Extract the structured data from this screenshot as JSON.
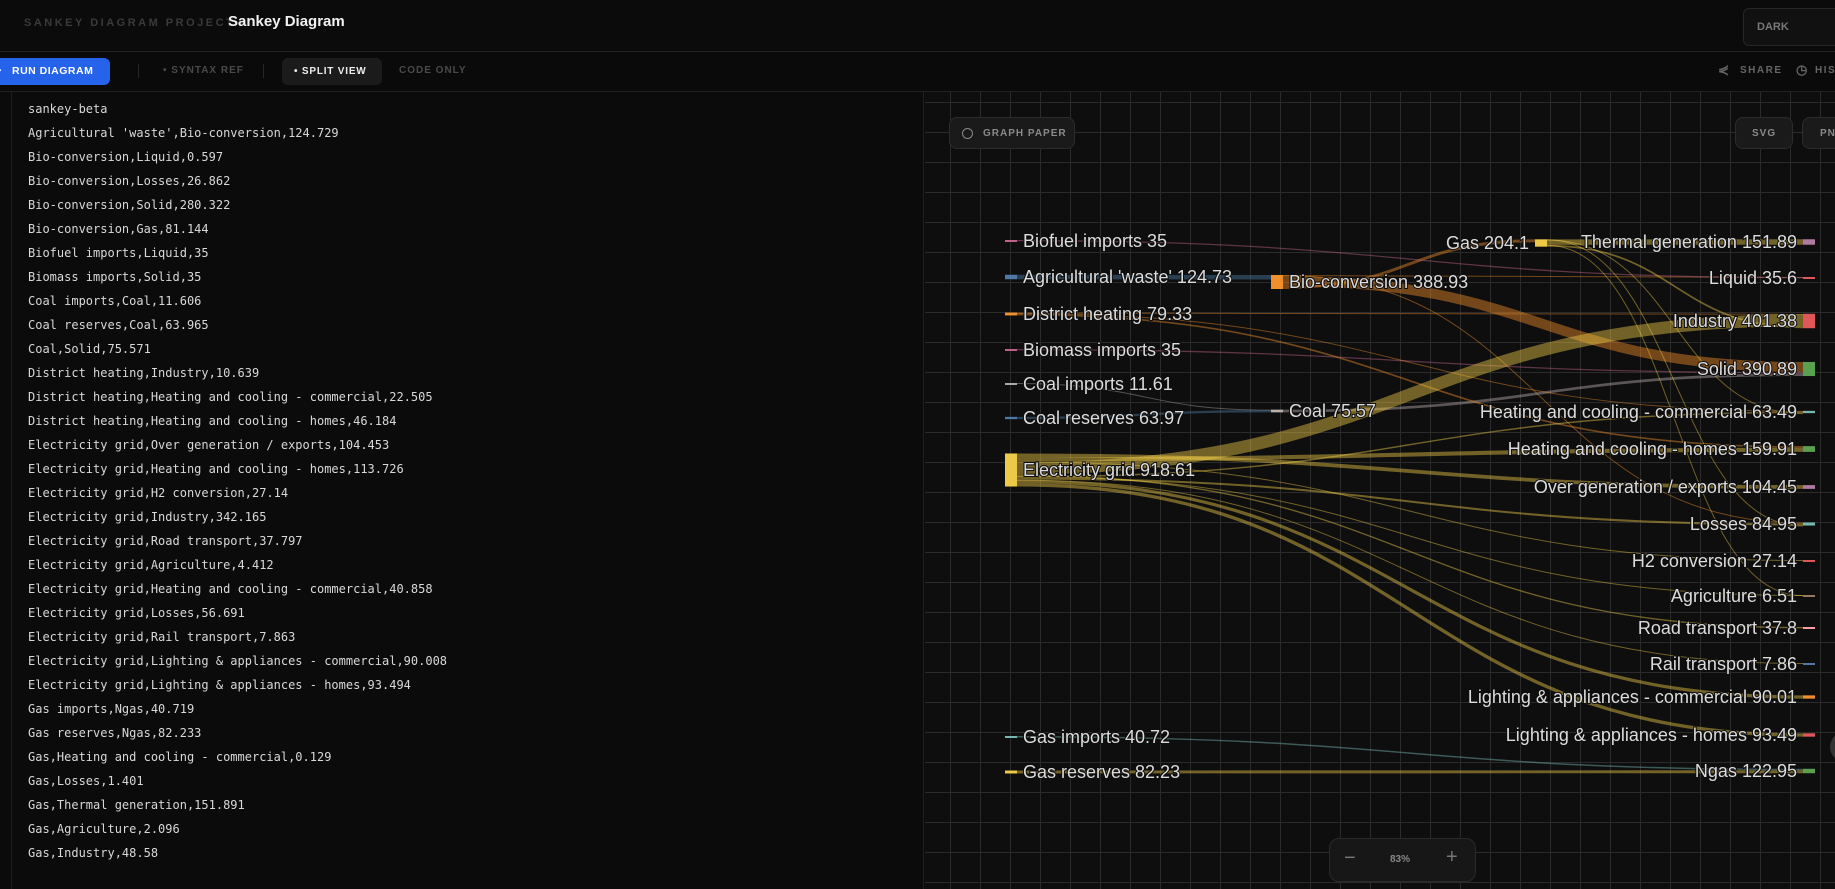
{
  "header": {
    "breadcrumb": "SANKEY DIAGRAM PROJECT /",
    "title": "Sankey Diagram",
    "theme": "DARK"
  },
  "toolbar": {
    "run": "RUN DIAGRAM",
    "syntax": "• SYNTAX REF",
    "split": "• SPLIT VIEW",
    "code_only": "CODE ONLY",
    "share": "SHARE",
    "history": "HIS"
  },
  "editor": {
    "lines": [
      "sankey-beta",
      "Agricultural 'waste',Bio-conversion,124.729",
      "Bio-conversion,Liquid,0.597",
      "Bio-conversion,Losses,26.862",
      "Bio-conversion,Solid,280.322",
      "Bio-conversion,Gas,81.144",
      "Biofuel imports,Liquid,35",
      "Biomass imports,Solid,35",
      "Coal imports,Coal,11.606",
      "Coal reserves,Coal,63.965",
      "Coal,Solid,75.571",
      "District heating,Industry,10.639",
      "District heating,Heating and cooling - commercial,22.505",
      "District heating,Heating and cooling - homes,46.184",
      "Electricity grid,Over generation / exports,104.453",
      "Electricity grid,Heating and cooling - homes,113.726",
      "Electricity grid,H2 conversion,27.14",
      "Electricity grid,Industry,342.165",
      "Electricity grid,Road transport,37.797",
      "Electricity grid,Agriculture,4.412",
      "Electricity grid,Heating and cooling - commercial,40.858",
      "Electricity grid,Losses,56.691",
      "Electricity grid,Rail transport,7.863",
      "Electricity grid,Lighting & appliances - commercial,90.008",
      "Electricity grid,Lighting & appliances - homes,93.494",
      "Gas imports,Ngas,40.719",
      "Gas reserves,Ngas,82.233",
      "Gas,Heating and cooling - commercial,0.129",
      "Gas,Losses,1.401",
      "Gas,Thermal generation,151.891",
      "Gas,Agriculture,2.096",
      "Gas,Industry,48.58"
    ]
  },
  "preview": {
    "graph_paper": "GRAPH PAPER",
    "svg": "SVG",
    "png": "PN",
    "zoom_out": "−",
    "zoom_level": "83%",
    "zoom_in": "+"
  },
  "chart_data": {
    "type": "sankey",
    "nodes": [
      {
        "name": "Biofuel imports",
        "value": 35,
        "label": "Biofuel imports 35",
        "color": "#c0638c",
        "column": 0
      },
      {
        "name": "Agricultural 'waste'",
        "value": 124.73,
        "label": "Agricultural 'waste' 124.73",
        "color": "#4e79a7",
        "column": 0
      },
      {
        "name": "District heating",
        "value": 79.33,
        "label": "District heating 79.33",
        "color": "#f28e2b",
        "column": 0
      },
      {
        "name": "Biomass imports",
        "value": 35,
        "label": "Biomass imports 35",
        "color": "#c0638c",
        "column": 0
      },
      {
        "name": "Coal imports",
        "value": 11.61,
        "label": "Coal imports 11.61",
        "color": "#aaaaaa",
        "column": 0
      },
      {
        "name": "Coal reserves",
        "value": 63.97,
        "label": "Coal reserves 63.97",
        "color": "#4e79a7",
        "column": 0
      },
      {
        "name": "Electricity grid",
        "value": 918.61,
        "label": "Electricity grid 918.61",
        "color": "#edc948",
        "column": 0
      },
      {
        "name": "Gas imports",
        "value": 40.72,
        "label": "Gas imports 40.72",
        "color": "#76b7b2",
        "column": 0
      },
      {
        "name": "Gas reserves",
        "value": 82.23,
        "label": "Gas reserves 82.23",
        "color": "#edc948",
        "column": 0
      },
      {
        "name": "Bio-conversion",
        "value": 388.93,
        "label": "Bio-conversion 388.93",
        "color": "#f28e2b",
        "column": 1
      },
      {
        "name": "Coal",
        "value": 75.57,
        "label": "Coal 75.57",
        "color": "#bab0ac",
        "column": 1
      },
      {
        "name": "Gas",
        "value": 204.1,
        "label": "Gas 204.1",
        "color": "#edc948",
        "column": 2
      },
      {
        "name": "Thermal generation",
        "value": 151.89,
        "label": "Thermal generation 151.89",
        "color": "#b07aa1",
        "column": 3
      },
      {
        "name": "Liquid",
        "value": 35.6,
        "label": "Liquid 35.6",
        "color": "#e15759",
        "column": 3
      },
      {
        "name": "Industry",
        "value": 401.38,
        "label": "Industry 401.38",
        "color": "#e15759",
        "column": 3
      },
      {
        "name": "Solid",
        "value": 390.89,
        "label": "Solid 390.89",
        "color": "#59a14f",
        "column": 3
      },
      {
        "name": "Heating and cooling - commercial",
        "value": 63.49,
        "label": "Heating and cooling - commercial 63.49",
        "color": "#76b7b2",
        "column": 3
      },
      {
        "name": "Heating and cooling - homes",
        "value": 159.91,
        "label": "Heating and cooling - homes 159.91",
        "color": "#59a14f",
        "column": 3
      },
      {
        "name": "Over generation / exports",
        "value": 104.45,
        "label": "Over generation / exports 104.45",
        "color": "#b07aa1",
        "column": 3
      },
      {
        "name": "Losses",
        "value": 84.95,
        "label": "Losses 84.95",
        "color": "#76b7b2",
        "column": 3
      },
      {
        "name": "H2 conversion",
        "value": 27.14,
        "label": "H2 conversion 27.14",
        "color": "#e15759",
        "column": 3
      },
      {
        "name": "Agriculture",
        "value": 6.51,
        "label": "Agriculture 6.51",
        "color": "#9c755f",
        "column": 3
      },
      {
        "name": "Road transport",
        "value": 37.8,
        "label": "Road transport 37.8",
        "color": "#ff9da7",
        "column": 3
      },
      {
        "name": "Rail transport",
        "value": 7.86,
        "label": "Rail transport 7.86",
        "color": "#4e79a7",
        "column": 3
      },
      {
        "name": "Lighting & appliances - commercial",
        "value": 90.01,
        "label": "Lighting & appliances - commercial 90.01",
        "color": "#f28e2b",
        "column": 3
      },
      {
        "name": "Lighting & appliances - homes",
        "value": 93.49,
        "label": "Lighting & appliances - homes 93.49",
        "color": "#e15759",
        "column": 3
      },
      {
        "name": "Ngas",
        "value": 122.95,
        "label": "Ngas 122.95",
        "color": "#59a14f",
        "column": 3
      }
    ],
    "links": [
      [
        "Agricultural 'waste'",
        "Bio-conversion",
        124.729
      ],
      [
        "Bio-conversion",
        "Liquid",
        0.597
      ],
      [
        "Bio-conversion",
        "Losses",
        26.862
      ],
      [
        "Bio-conversion",
        "Solid",
        280.322
      ],
      [
        "Bio-conversion",
        "Gas",
        81.144
      ],
      [
        "Biofuel imports",
        "Liquid",
        35
      ],
      [
        "Biomass imports",
        "Solid",
        35
      ],
      [
        "Coal imports",
        "Coal",
        11.606
      ],
      [
        "Coal reserves",
        "Coal",
        63.965
      ],
      [
        "Coal",
        "Solid",
        75.571
      ],
      [
        "District heating",
        "Industry",
        10.639
      ],
      [
        "District heating",
        "Heating and cooling - commercial",
        22.505
      ],
      [
        "District heating",
        "Heating and cooling - homes",
        46.184
      ],
      [
        "Electricity grid",
        "Over generation / exports",
        104.453
      ],
      [
        "Electricity grid",
        "Heating and cooling - homes",
        113.726
      ],
      [
        "Electricity grid",
        "H2 conversion",
        27.14
      ],
      [
        "Electricity grid",
        "Industry",
        342.165
      ],
      [
        "Electricity grid",
        "Road transport",
        37.797
      ],
      [
        "Electricity grid",
        "Agriculture",
        4.412
      ],
      [
        "Electricity grid",
        "Heating and cooling - commercial",
        40.858
      ],
      [
        "Electricity grid",
        "Losses",
        56.691
      ],
      [
        "Electricity grid",
        "Rail transport",
        7.863
      ],
      [
        "Electricity grid",
        "Lighting & appliances - commercial",
        90.008
      ],
      [
        "Electricity grid",
        "Lighting & appliances - homes",
        93.494
      ],
      [
        "Gas imports",
        "Ngas",
        40.719
      ],
      [
        "Gas reserves",
        "Ngas",
        82.233
      ],
      [
        "Gas",
        "Heating and cooling - commercial",
        0.129
      ],
      [
        "Gas",
        "Losses",
        1.401
      ],
      [
        "Gas",
        "Thermal generation",
        151.891
      ],
      [
        "Gas",
        "Agriculture",
        2.096
      ],
      [
        "Gas",
        "Industry",
        48.58
      ]
    ]
  }
}
